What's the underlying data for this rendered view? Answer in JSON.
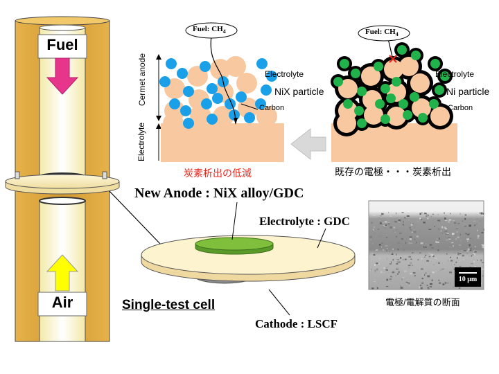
{
  "tube": {
    "fuel_label": "Fuel",
    "air_label": "Air"
  },
  "micro_new": {
    "fuel_callout": "Fuel: CH",
    "fuel_subscript": "4",
    "electrolyte_label": "Electrolyte",
    "particle_label": "NiX particle",
    "carbon_label": "Carbon",
    "axis_anode_label": "Cermet anode",
    "axis_electrolyte_label": "Electrolyte",
    "caption": "炭素析出の低減",
    "particle_color": "#1aa0e8"
  },
  "micro_old": {
    "fuel_callout": "Fuel: CH",
    "fuel_subscript": "4",
    "electrolyte_label": "Electrolyte",
    "particle_label": "Ni particle",
    "carbon_label": "Carbon",
    "caption": "既存の電極・・・炭素析出",
    "particle_color": "#22b24c"
  },
  "cell": {
    "anode_label": "New Anode : NiX alloy/GDC",
    "electrolyte_label": "Electrolyte : GDC",
    "cathode_label": "Cathode : LSCF",
    "title": "Single-test cell"
  },
  "sem": {
    "scale_label": "10 μm",
    "caption": "電極/電解質の断面"
  },
  "colors": {
    "tube_outer": "#d9a441",
    "tube_inner": "#fff6cc",
    "electrolyte_fill": "#f8c9a0",
    "fuel_arrow": "#e8358c",
    "air_arrow": "#ffff00",
    "caption_red": "#e8251c",
    "anode_green": "#7fbf3c"
  }
}
